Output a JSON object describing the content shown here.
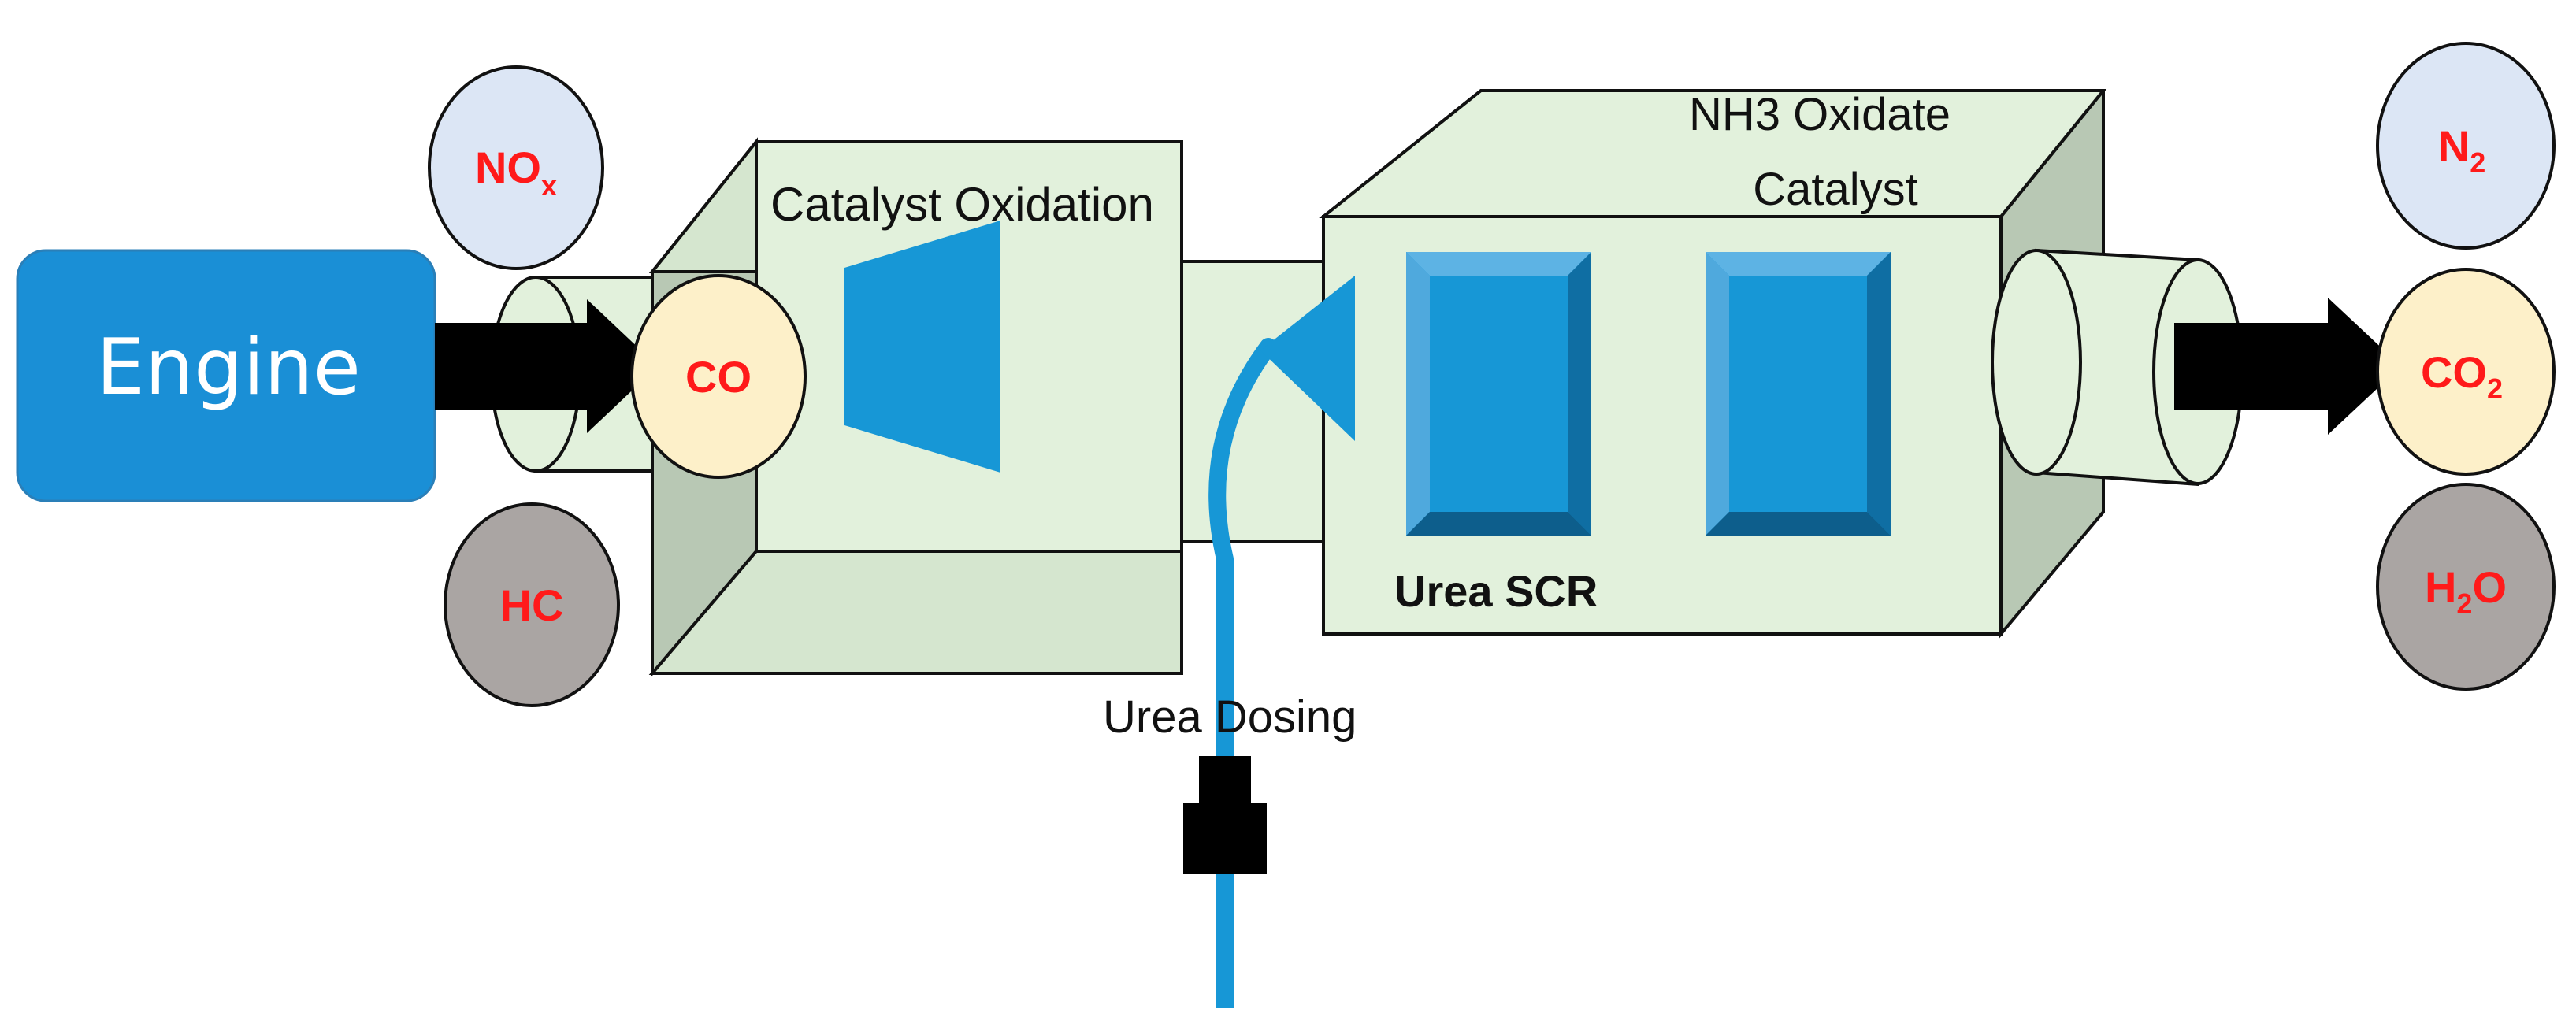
{
  "engine": {
    "label": "Engine"
  },
  "inputs": {
    "nox": {
      "base": "NO",
      "sub": "x"
    },
    "co": {
      "base": "CO",
      "sub": ""
    },
    "hc": {
      "base": "HC",
      "sub": ""
    }
  },
  "outputs": {
    "n2": {
      "base": "N",
      "sub": "2"
    },
    "co2": {
      "base": "CO",
      "sub": "2"
    },
    "h2o": {
      "base": "H",
      "sub": "2",
      "tail": "O"
    }
  },
  "labels": {
    "catalyst_oxidation": "Catalyst Oxidation",
    "nh3_line1": "NH3 Oxidate",
    "nh3_line2": "Catalyst",
    "urea_scr": "Urea SCR",
    "urea_dosing": "Urea Dosing"
  },
  "colors": {
    "engine": "#1a8fd6",
    "box_fill": "#e2f1dc",
    "box_side": "#b8c8b4",
    "catalyst_blue": "#1797d6",
    "nox_circle": "#dce6f5",
    "co_circle": "#fdf0c9",
    "hc_circle": "#aaa5a3",
    "gas_text": "#ff1a1a"
  }
}
